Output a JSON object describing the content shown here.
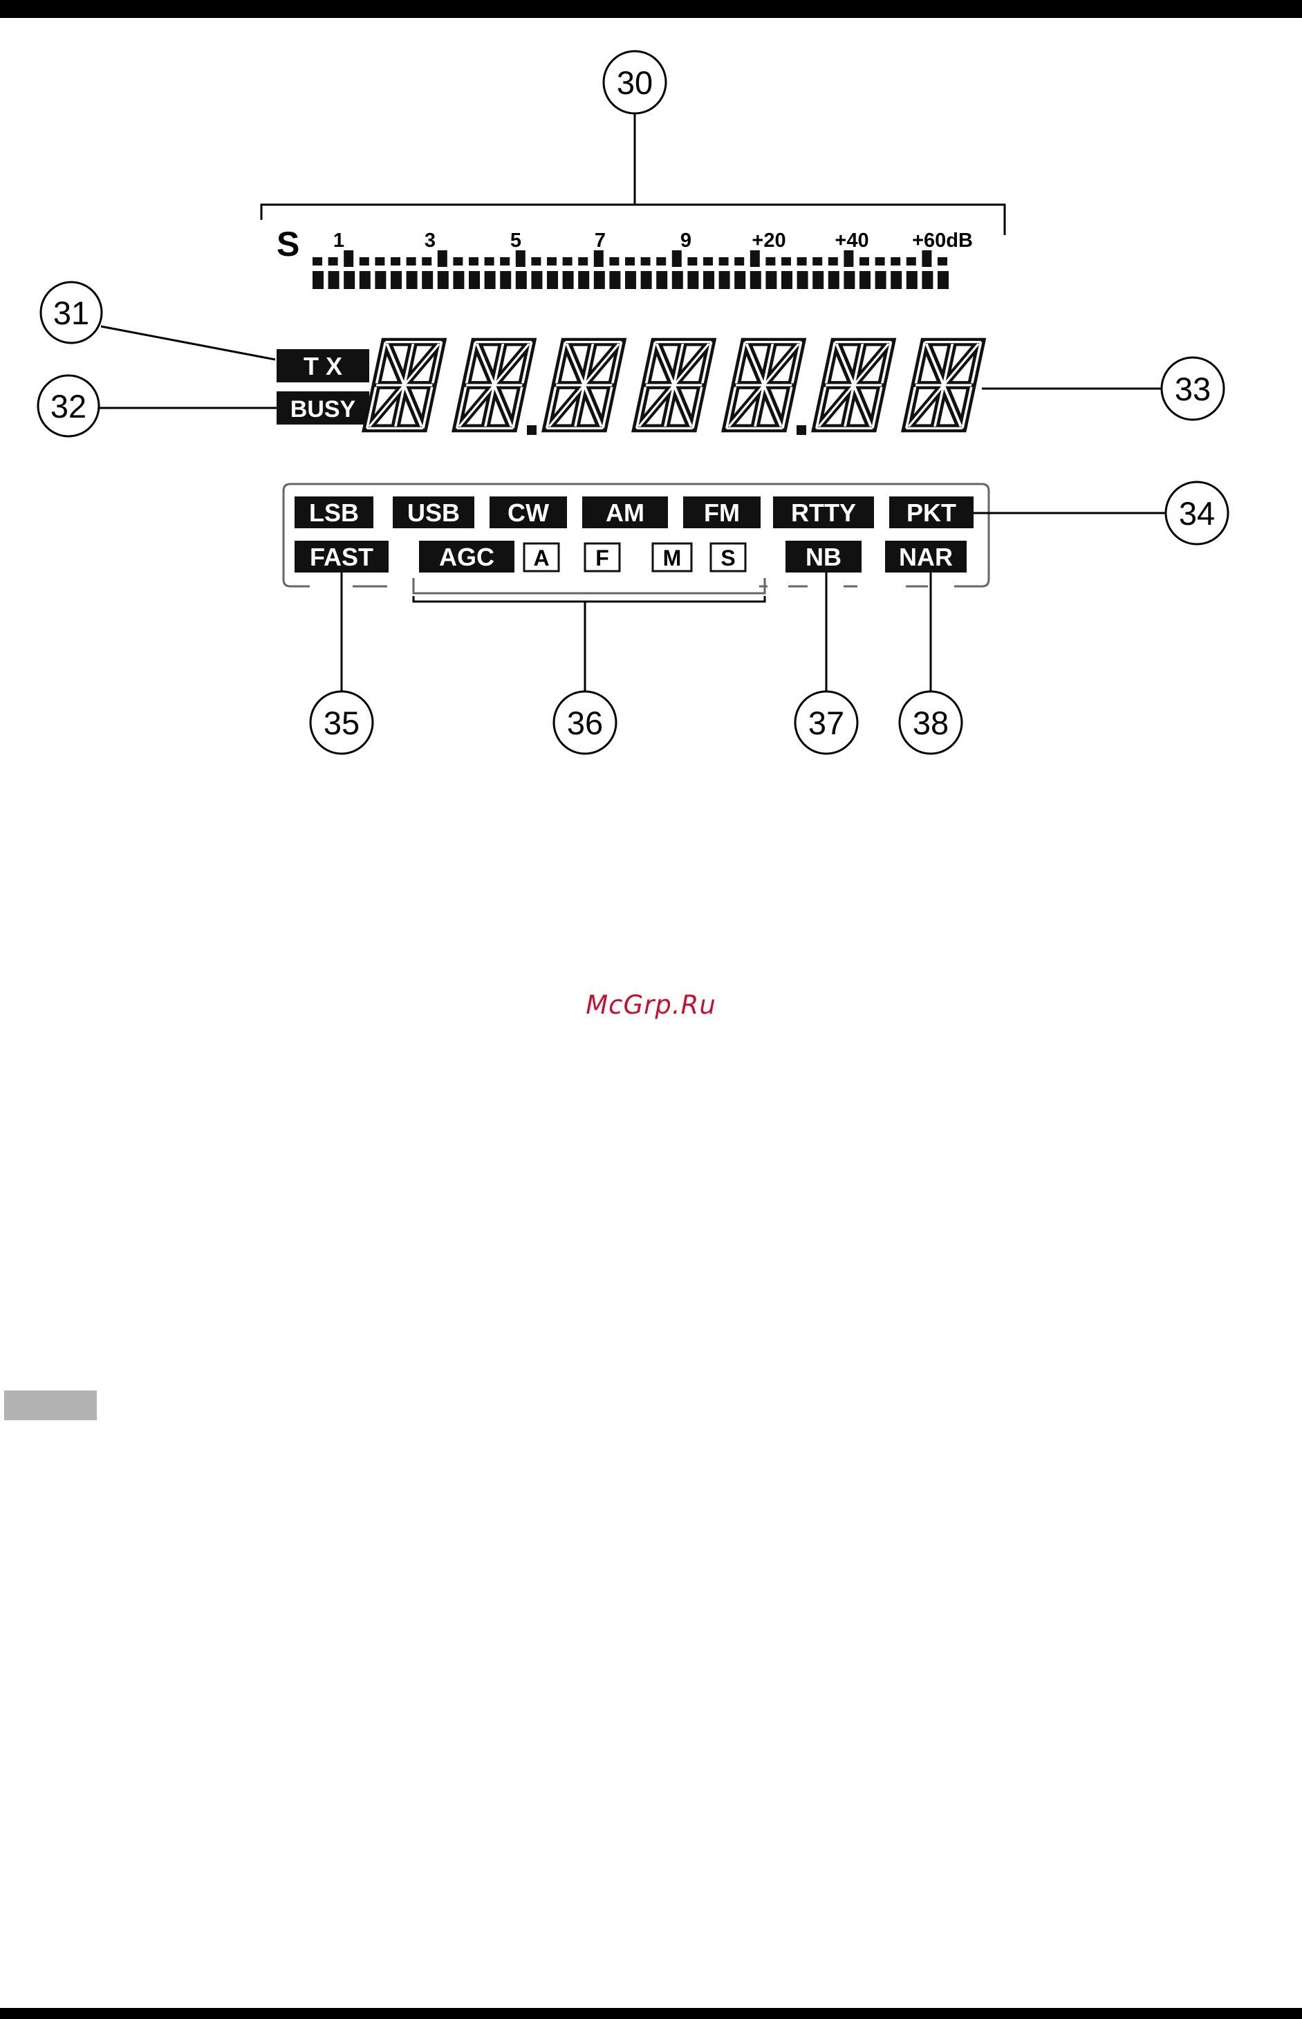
{
  "callouts": {
    "c30": "30",
    "c31": "31",
    "c32": "32",
    "c33": "33",
    "c34": "34",
    "c35": "35",
    "c36": "36",
    "c37": "37",
    "c38": "38"
  },
  "meter": {
    "s_label": "S",
    "scale": [
      "1",
      "3",
      "5",
      "7",
      "9",
      "+20",
      "+40",
      "+60dB"
    ]
  },
  "indicators": {
    "tx": "T X",
    "busy": "BUSY"
  },
  "modes": {
    "row1": [
      "LSB",
      "USB",
      "CW",
      "AM",
      "FM",
      "RTTY",
      "PKT"
    ],
    "row2": {
      "fast": "FAST",
      "agc": "AGC",
      "agc_options": [
        "A",
        "F",
        "M",
        "S"
      ],
      "nb": "NB",
      "nar": "NAR"
    }
  },
  "watermark": "McGrp.Ru",
  "colors": {
    "lcd_fill": "#111111",
    "watermark": "#c8102e"
  }
}
